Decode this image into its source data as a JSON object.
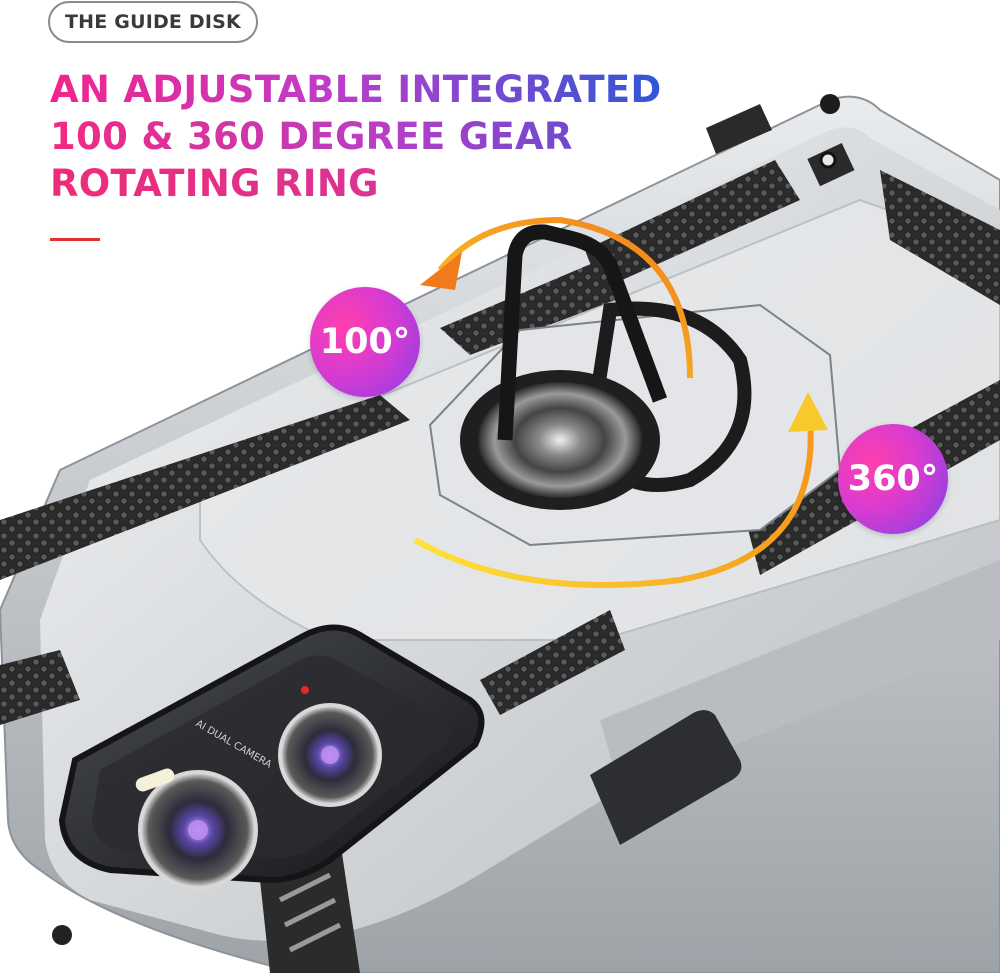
{
  "header": {
    "pill_label": "THE GUIDE DISK",
    "headline_line1": "AN ADJUSTABLE INTEGRATED",
    "headline_line2": "100 & 360 DEGREE GEAR",
    "headline_line3": "ROTATING RING"
  },
  "badges": {
    "angle_small": "100°",
    "angle_full": "360°"
  },
  "camera": {
    "module_text": "AI DUAL CAMERA"
  },
  "colors": {
    "accent_red": "#e23131",
    "gradient_pink": "#f2248a",
    "gradient_purple": "#c03cc9",
    "gradient_blue": "#2f57d6",
    "arrow_orange": "#f49a1a",
    "arrow_yellow": "#f8d62a",
    "case_silver": "#d9dcdf"
  }
}
